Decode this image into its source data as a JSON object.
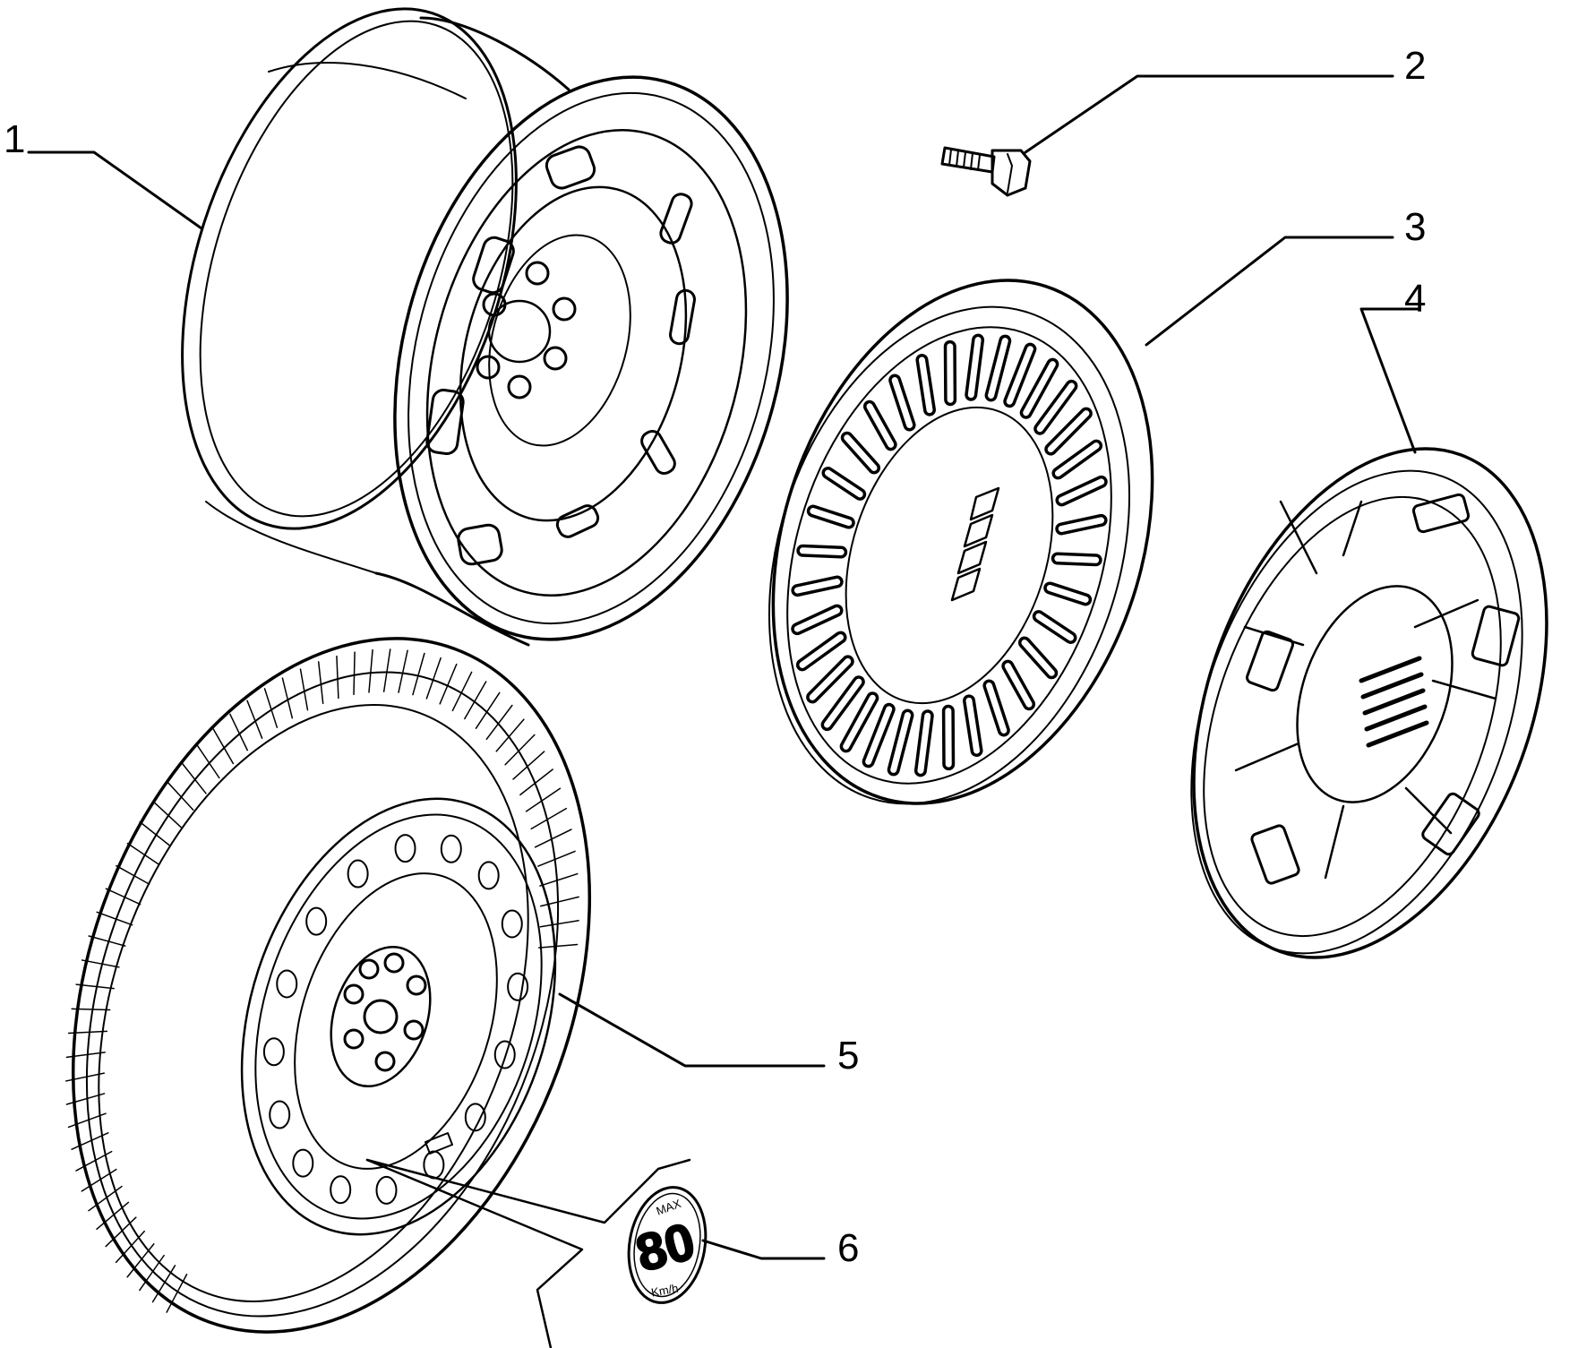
{
  "callouts": [
    {
      "id": "1",
      "label": "1"
    },
    {
      "id": "2",
      "label": "2"
    },
    {
      "id": "3",
      "label": "3"
    },
    {
      "id": "4",
      "label": "4"
    },
    {
      "id": "5",
      "label": "5"
    },
    {
      "id": "6",
      "label": "6"
    }
  ],
  "decal": {
    "max": "MAX",
    "speed": "80",
    "unit": "Km/h"
  }
}
